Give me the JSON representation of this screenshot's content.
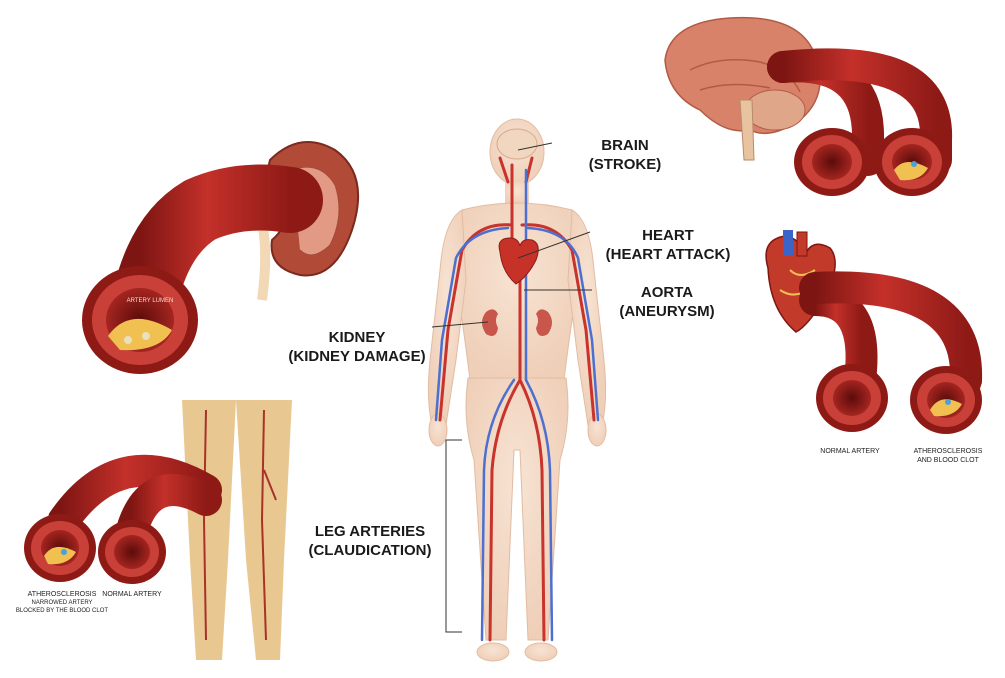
{
  "labels": {
    "brain": {
      "line1": "BRAIN",
      "line2": "(STROKE)"
    },
    "heart": {
      "line1": "HEART",
      "line2": "(HEART ATTACK)"
    },
    "aorta": {
      "line1": "AORTA",
      "line2": "(ANEURYSM)"
    },
    "kidney": {
      "line1": "KIDNEY",
      "line2": "(KIDNEY DAMAGE)"
    },
    "legs": {
      "line1": "LEG ARTERIES",
      "line2": "(CLAUDICATION)"
    }
  },
  "captions": {
    "kidney_lumen": "ARTERY LUMEN",
    "heart_normal": "NORMAL ARTERY",
    "heart_blocked": {
      "line1": "ATHEROSCLEROSIS",
      "line2": "AND BLOOD CLOT"
    },
    "leg_blocked": {
      "line1": "ATHEROSCLEROSIS",
      "line2": "NARROWED ARTERY",
      "line3": "BLOCKED BY THE BLOOD CLOT"
    },
    "leg_normal": "NORMAL ARTERY"
  },
  "colors": {
    "artery": "#b3231f",
    "artery_dark": "#7d1512",
    "vein": "#3a64c8",
    "skin": "#f3d9c4",
    "leg": "#e8c890",
    "plaque": "#f0c050"
  }
}
